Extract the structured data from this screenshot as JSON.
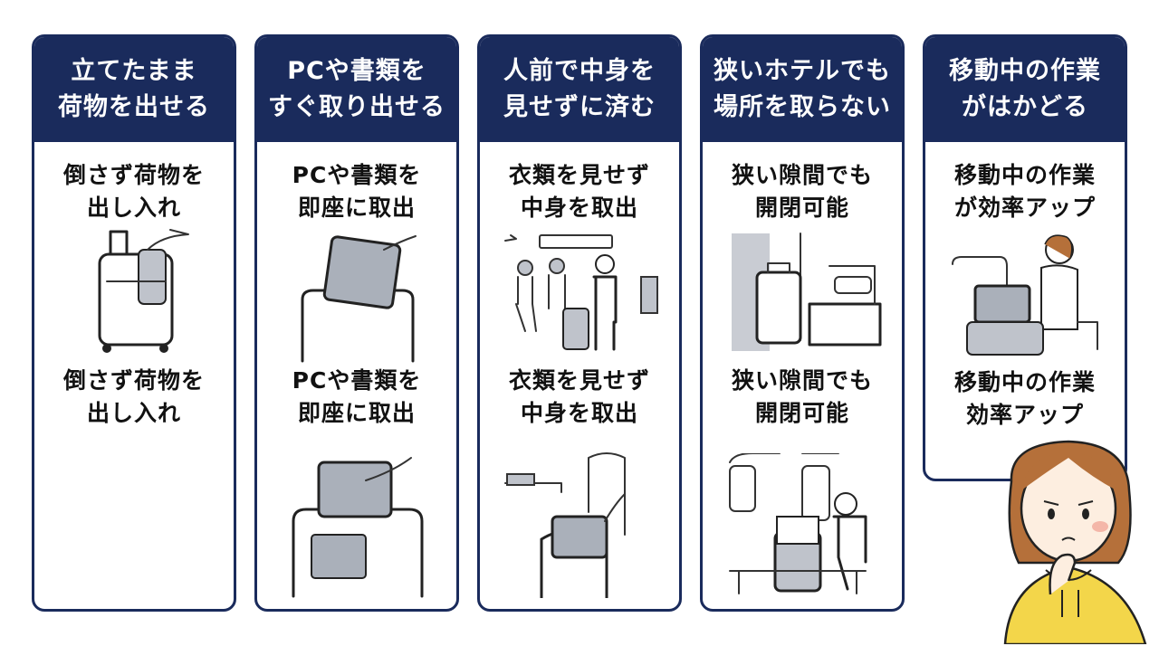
{
  "colors": {
    "navy": "#1a2b5c",
    "panel_gray": "#c9ccd3",
    "hair": "#b5703a",
    "hoodie": "#f3d64a"
  },
  "cards": [
    {
      "title": [
        "立てたまま",
        "荷物を出せる"
      ],
      "label1": [
        "倒さず荷物を",
        "出し入れ"
      ],
      "label2": [
        "倒さず荷物を",
        "出し入れ"
      ]
    },
    {
      "title": [
        "PCや書類を",
        "すぐ取り出せる"
      ],
      "label1": [
        "PCや書類を",
        "即座に取出"
      ],
      "label2": [
        "PCや書類を",
        "即座に取出"
      ]
    },
    {
      "title": [
        "人前で中身を",
        "見せずに済む"
      ],
      "label1": [
        "衣類を見せず",
        "中身を取出"
      ],
      "label2": [
        "衣類を見せず",
        "中身を取出"
      ]
    },
    {
      "title": [
        "狭いホテルでも",
        "場所を取らない"
      ],
      "label1": [
        "狭い隙間でも",
        "開閉可能"
      ],
      "label2": [
        "狭い隙間でも",
        "開閉可能"
      ]
    },
    {
      "title": [
        "移動中の作業",
        "がはかどる"
      ],
      "label1": [
        "移動中の作業",
        "が効率アップ"
      ],
      "label2": [
        "移動中の作業",
        "効率アップ"
      ]
    }
  ],
  "icons": [
    "suitcase-icon",
    "laptop-icon",
    "airport-icon",
    "hotel-room-icon",
    "train-seat-icon",
    "thinking-woman-icon"
  ]
}
